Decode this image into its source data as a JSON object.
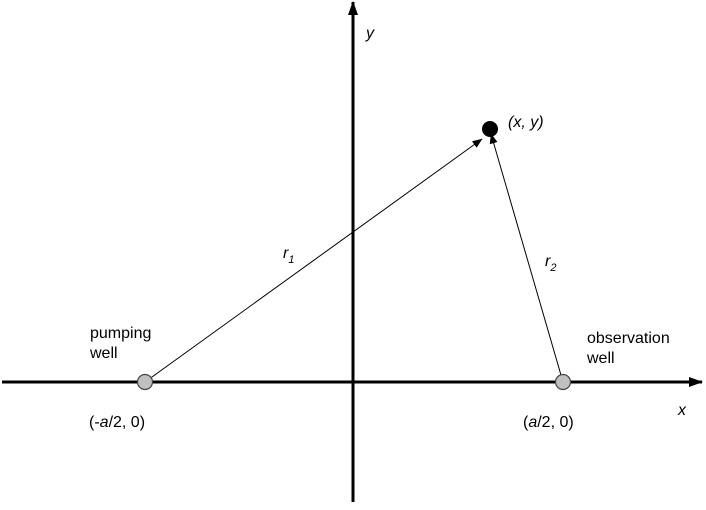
{
  "diagram": {
    "axes": {
      "x_label": "x",
      "y_label": "y"
    },
    "points": {
      "pumping_well": {
        "label_line1": "pumping",
        "label_line2": "well",
        "coord_prefix": "(-",
        "coord_var": "a",
        "coord_suffix": "/2, 0)",
        "fill": "#c0c0c0"
      },
      "observation_well": {
        "label_line1": "observation",
        "label_line2": "well",
        "coord_prefix": "(",
        "coord_var": "a",
        "coord_suffix": "/2, 0)",
        "fill": "#c0c0c0"
      },
      "target": {
        "coord_text": "(x, y)",
        "fill": "#000000"
      }
    },
    "distances": {
      "r1": {
        "symbol": "r",
        "subscript": "1"
      },
      "r2": {
        "symbol": "r",
        "subscript": "2"
      }
    }
  }
}
